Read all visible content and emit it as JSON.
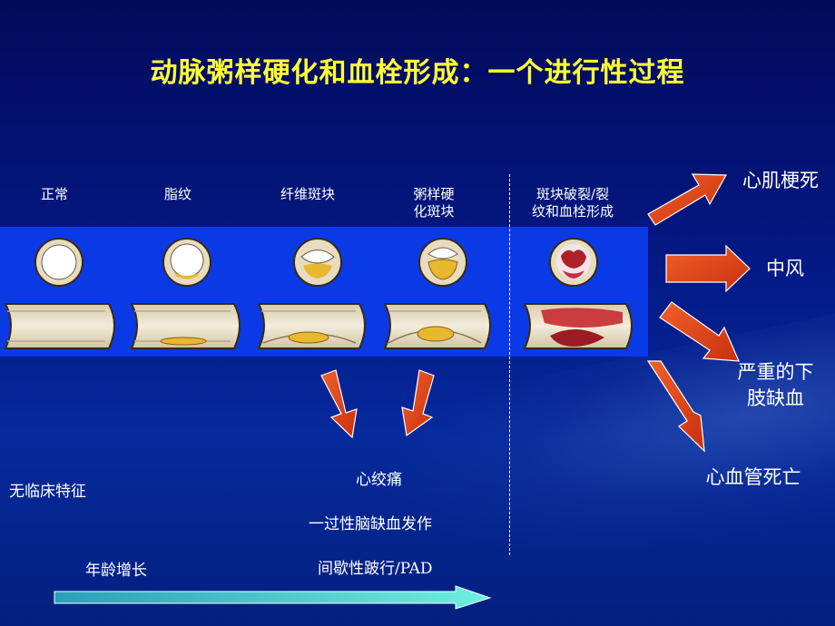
{
  "title": "动脉粥样硬化和血栓形成：一个进行性过程",
  "stages": [
    {
      "label": "正常"
    },
    {
      "label": "脂纹"
    },
    {
      "label": "纤维斑块"
    },
    {
      "label": "粥样硬\n化斑块"
    },
    {
      "label": "斑块破裂/裂\n纹和血栓形成"
    }
  ],
  "outcomes": {
    "mi": "心肌梗死",
    "stroke": "中风",
    "limb": "严重的下\n肢缺血",
    "cv_death": "心血管死亡"
  },
  "symptoms": {
    "none": "无临床特征",
    "angina": "心绞痛",
    "tia": "一过性脑缺血发作",
    "claudication": "间歇性跛行/PAD"
  },
  "age_label": "年龄增长",
  "colors": {
    "title": "#ffff33",
    "band": "#0a3ae6",
    "arrow_red": "#e3441a",
    "plaque_yellow": "#e8b830",
    "thrombus_red": "#b0202a",
    "age_arrow": "#40e0d0"
  }
}
